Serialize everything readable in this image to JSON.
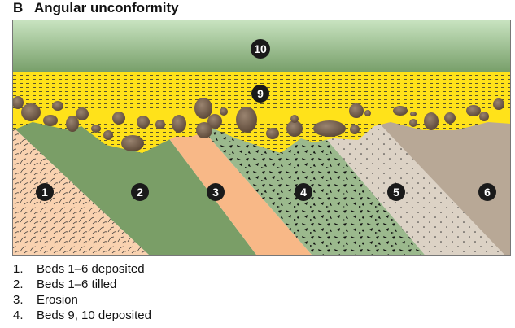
{
  "figure": {
    "letter": "B",
    "title": "Angular unconformity"
  },
  "bed_labels": [
    "1",
    "2",
    "3",
    "4",
    "5",
    "6",
    "9",
    "10"
  ],
  "legend": [
    {
      "number": "1.",
      "text": "Beds 1–6 deposited"
    },
    {
      "number": "2.",
      "text": "Beds 1–6 tilled"
    },
    {
      "number": "3.",
      "text": "Erosion"
    },
    {
      "number": "4.",
      "text": "Beds 9, 10 deposited"
    }
  ],
  "colors": {
    "bed1": "#f9d2b0",
    "bed2": "#7a9e67",
    "bed3": "#f8b887",
    "bed4": "#9bb98d",
    "bed5": "#dcd2c5",
    "bed6": "#b8a896",
    "bed9": "#ffe21a",
    "bed10_top": "#c8e3c0",
    "bed10_bottom": "#789f6a",
    "boulder": "#7a6450"
  }
}
